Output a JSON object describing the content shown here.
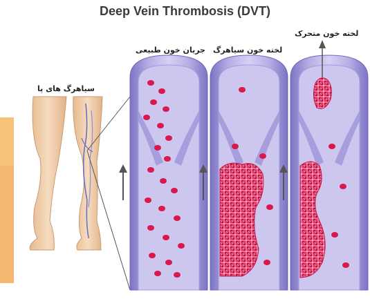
{
  "title": "Deep Vein Thrombosis (DVT)",
  "labels": {
    "normal_flow": "جریان خون طبیعی",
    "venous_clot": "لخته خون سیاهرگ",
    "moving_clot": "لخته خون متحرک",
    "leg_veins": "سیاهرگ های پا"
  },
  "colors": {
    "vein_wall": "#9b94d6",
    "vein_inner": "#c9c3ee",
    "blood_cell": "#d8194a",
    "clot": "#e0386a",
    "skin": "#f0cfa8",
    "side_stripe": "#f2a440"
  }
}
